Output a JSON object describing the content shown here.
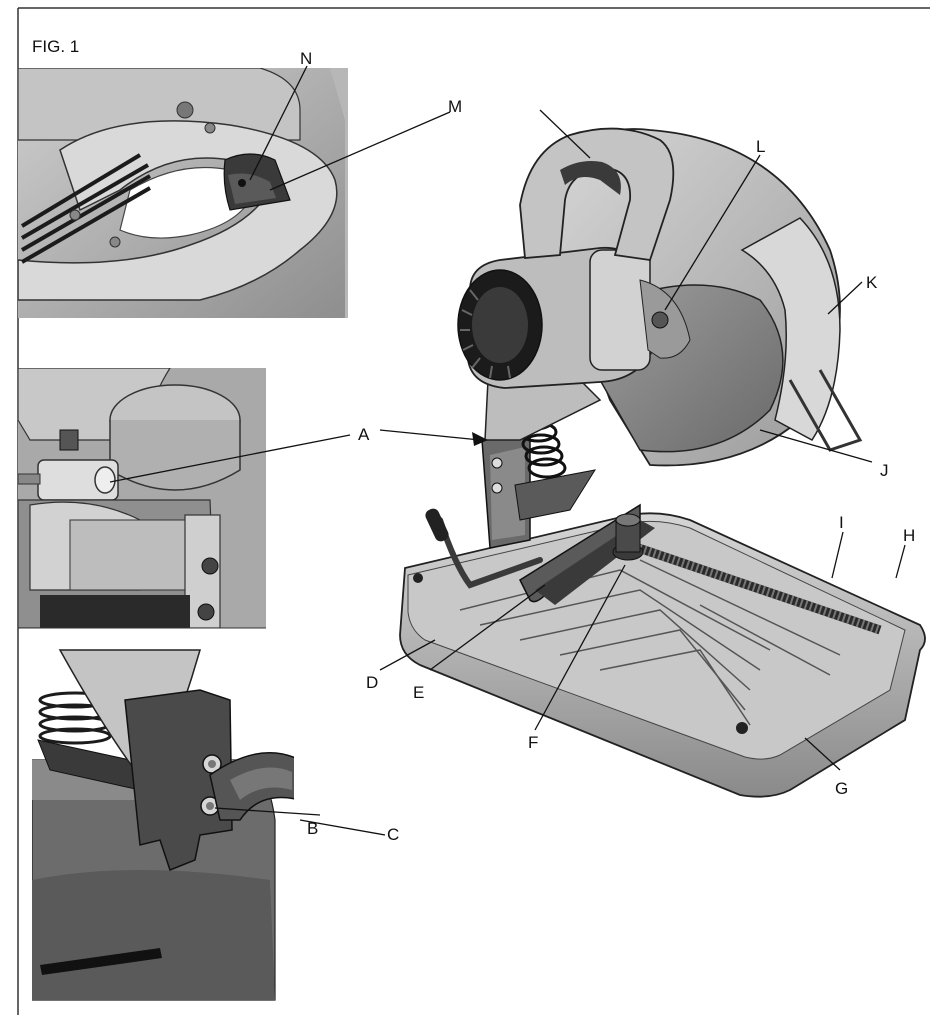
{
  "figure": {
    "title": "FIG. 1"
  },
  "callouts": {
    "A": "A",
    "B": "B",
    "C": "C",
    "D": "D",
    "E": "E",
    "F": "F",
    "G": "G",
    "H": "H",
    "I": "I",
    "J": "J",
    "K": "K",
    "L": "L",
    "M": "M",
    "N": "N"
  },
  "palette": {
    "body_light": "#c9c9c9",
    "body_mid": "#a6a6a6",
    "body_dark": "#6e6e6e",
    "black": "#1b1b1b",
    "outline": "#222222"
  }
}
